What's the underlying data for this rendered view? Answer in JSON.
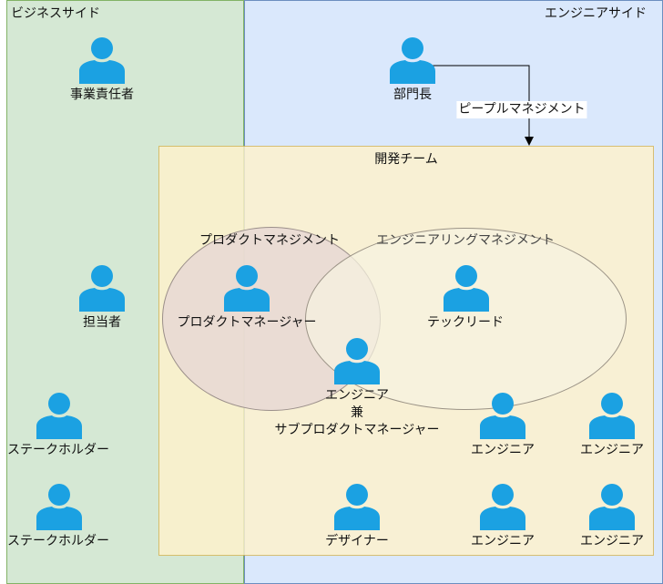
{
  "zones": {
    "business": "ビジネスサイド",
    "engineering": "エンジニアサイド",
    "team": "開発チーム"
  },
  "sets": {
    "product_management": "プロダクトマネジメント",
    "engineering_management": "エンジニアリングマネジメント"
  },
  "people": {
    "business_owner": "事業責任者",
    "department_head": "部門長",
    "person_in_charge": "担当者",
    "stakeholder_1": "ステークホルダー",
    "stakeholder_2": "ステークホルダー",
    "product_manager": "プロダクトマネージャー",
    "tech_lead": "テックリード",
    "engineer_sub_pm": [
      "エンジニア",
      "兼",
      "サブプロダクトマネージャー"
    ],
    "engineer_1": "エンジニア",
    "engineer_2": "エンジニア",
    "engineer_3": "エンジニア",
    "engineer_4": "エンジニア",
    "designer": "デザイナー"
  },
  "edges": {
    "people_management": "ピープルマネジメント"
  },
  "colors": {
    "person_icon": "#1ba1e2",
    "business_fill": "#d5e8d4",
    "engineering_fill": "#dae8fc",
    "team_fill": "#fff2cc"
  }
}
